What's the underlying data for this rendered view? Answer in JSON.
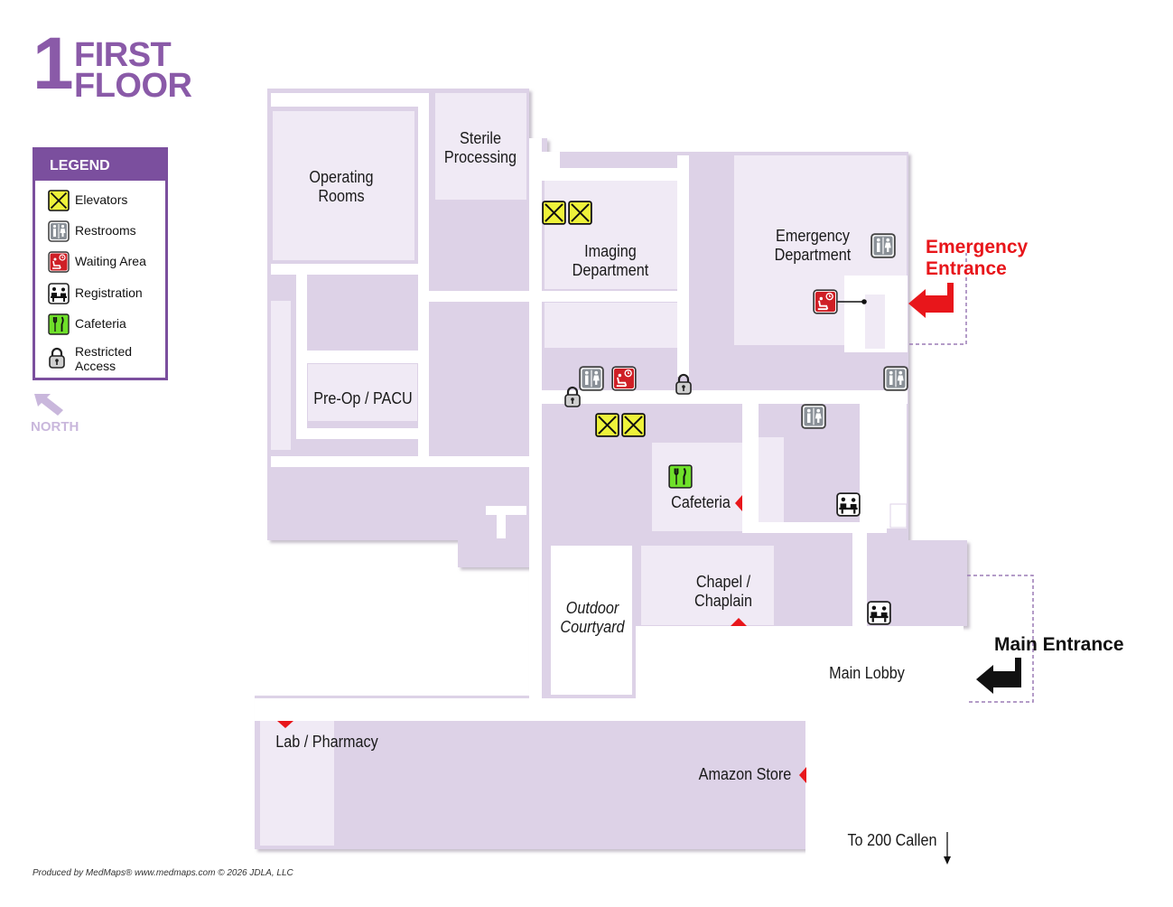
{
  "title": {
    "number": "1",
    "line1": "FIRST",
    "line2": "FLOOR"
  },
  "legend": {
    "header": "LEGEND",
    "items": [
      {
        "icon": "elevator-icon",
        "label": "Elevators"
      },
      {
        "icon": "restroom-icon",
        "label": "Restrooms"
      },
      {
        "icon": "waiting-area-icon",
        "label": "Waiting Area"
      },
      {
        "icon": "registration-icon",
        "label": "Registration"
      },
      {
        "icon": "cafeteria-icon",
        "label": "Cafeteria"
      },
      {
        "icon": "restricted-access-icon",
        "label": "Restricted",
        "label2": "Access"
      }
    ]
  },
  "north": {
    "label": "NORTH"
  },
  "rooms": {
    "operating_rooms": {
      "line1": "Operating",
      "line2": "Rooms"
    },
    "sterile_processing": {
      "line1": "Sterile",
      "line2": "Processing"
    },
    "imaging": {
      "line1": "Imaging",
      "line2": "Department"
    },
    "emergency": {
      "line1": "Emergency",
      "line2": "Department"
    },
    "preop": {
      "label": "Pre-Op / PACU"
    },
    "cafeteria": {
      "label": "Cafeteria"
    },
    "chapel": {
      "line1": "Chapel /",
      "line2": "Chaplain"
    },
    "courtyard": {
      "line1": "Outdoor",
      "line2": "Courtyard"
    },
    "main_lobby": {
      "label": "Main Lobby"
    },
    "lab_pharmacy": {
      "label": "Lab / Pharmacy"
    },
    "amazon_store": {
      "label": "Amazon Store"
    },
    "to_callen": {
      "label": "To 200 Callen"
    }
  },
  "entrances": {
    "emergency": {
      "line1": "Emergency",
      "line2": "Entrance"
    },
    "main": {
      "label": "Main Entrance"
    }
  },
  "colors": {
    "purple_dark": "#7b4f9e",
    "purple_title": "#8a5aa8",
    "room_fill": "#f0eaf5",
    "building_fill": "#ddd2e7",
    "elevator_fill": "#eef23a",
    "waiting_fill": "#cf1f26",
    "cafeteria_fill": "#6fe02a",
    "entrance_red": "#e8161b"
  },
  "footer": {
    "credit": "Produced by MedMaps®  www.medmaps.com   © 2026 JDLA, LLC"
  }
}
